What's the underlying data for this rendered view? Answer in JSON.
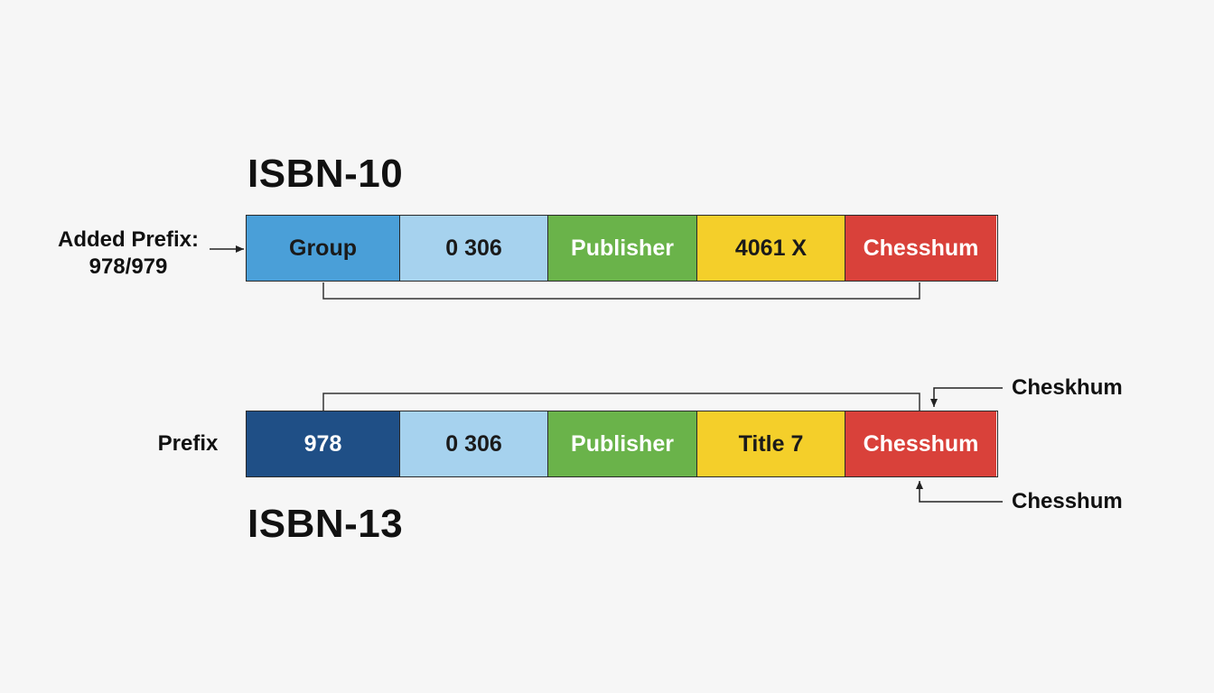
{
  "isbn10": {
    "title": "ISBN-10",
    "prefix_label_line1": "Added Prefix:",
    "prefix_label_line2": "978/979",
    "segments": [
      {
        "label": "Group",
        "color": "#4a9fd8",
        "text_color": "#1a1a1a"
      },
      {
        "label": "0 306",
        "color": "#a6d2ee",
        "text_color": "#1a1a1a"
      },
      {
        "label": "Publisher",
        "color": "#6ab34a",
        "text_color": "#ffffff"
      },
      {
        "label": "4061 X",
        "color": "#f4cf2a",
        "text_color": "#1a1a1a"
      },
      {
        "label": "Chesshum",
        "color": "#d9413a",
        "text_color": "#ffffff"
      }
    ]
  },
  "isbn13": {
    "title": "ISBN-13",
    "prefix_label": "Prefix",
    "segments": [
      {
        "label": "978",
        "color": "#1f4f86",
        "text_color": "#ffffff"
      },
      {
        "label": "0 306",
        "color": "#a6d2ee",
        "text_color": "#1a1a1a"
      },
      {
        "label": "Publisher",
        "color": "#6ab34a",
        "text_color": "#ffffff"
      },
      {
        "label": "Title 7",
        "color": "#f4cf2a",
        "text_color": "#1a1a1a"
      },
      {
        "label": "Chesshum",
        "color": "#d9413a",
        "text_color": "#ffffff"
      }
    ],
    "callout_top": "Cheskhum",
    "callout_bottom": "Chesshum"
  }
}
